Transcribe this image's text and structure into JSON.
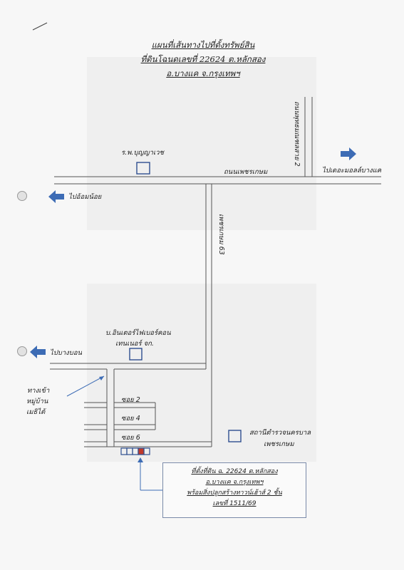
{
  "title": {
    "line1": "แผนที่เส้นทางไปที่ตั้งทรัพย์สิน",
    "line2": "ที่ดินโฉนดเลขที่ 22624 ต.หลักสอง",
    "line3": "อ.บางแค จ.กรุงเทพฯ"
  },
  "roads": {
    "phetkasem": "ถนนเพชรเกษม",
    "phutthamonthon": "ถนนพุทธมณฑลสาย 2",
    "phetkasem63": "เพชรเกษม 63",
    "soi2": "ซอย 2",
    "soi4": "ซอย 4",
    "soi6": "ซอย 6"
  },
  "directions": {
    "to_the_mall": "ไปเดอะมอลล์บางแค",
    "to_om_noi": "ไปอ้อมน้อย",
    "to_bang_bon": "ไปบางบอน"
  },
  "landmarks": {
    "hospital": "ร.พ.บุญญาเวช",
    "company_line1": "บ.อินเตอร์ไฟเบอร์คอน",
    "company_line2": "เทนเนอร์ จก.",
    "entrance_line1": "ทางเข้า",
    "entrance_line2": "หมู่บ้าน",
    "entrance_line3": "เมธิไต้",
    "police_line1": "สถานีตำรวจนครบาล",
    "police_line2": "เพชรเกษม"
  },
  "property_box": {
    "line1": "ที่ตั้งที่ดิน ฉ. 22624 ต.หลักสอง",
    "line2": "อ.บางแค จ.กรุงเทพฯ",
    "line3": "พร้อมสิ่งปลูกสร้างทาวน์เฮ้าส์ 2 ชั้น",
    "line4": "เลขที่ 1511/69"
  },
  "colors": {
    "road_line": "#555555",
    "arrow": "#3d6cb5",
    "marker": "#2e4f8f",
    "target_unit": "#c0392b"
  }
}
